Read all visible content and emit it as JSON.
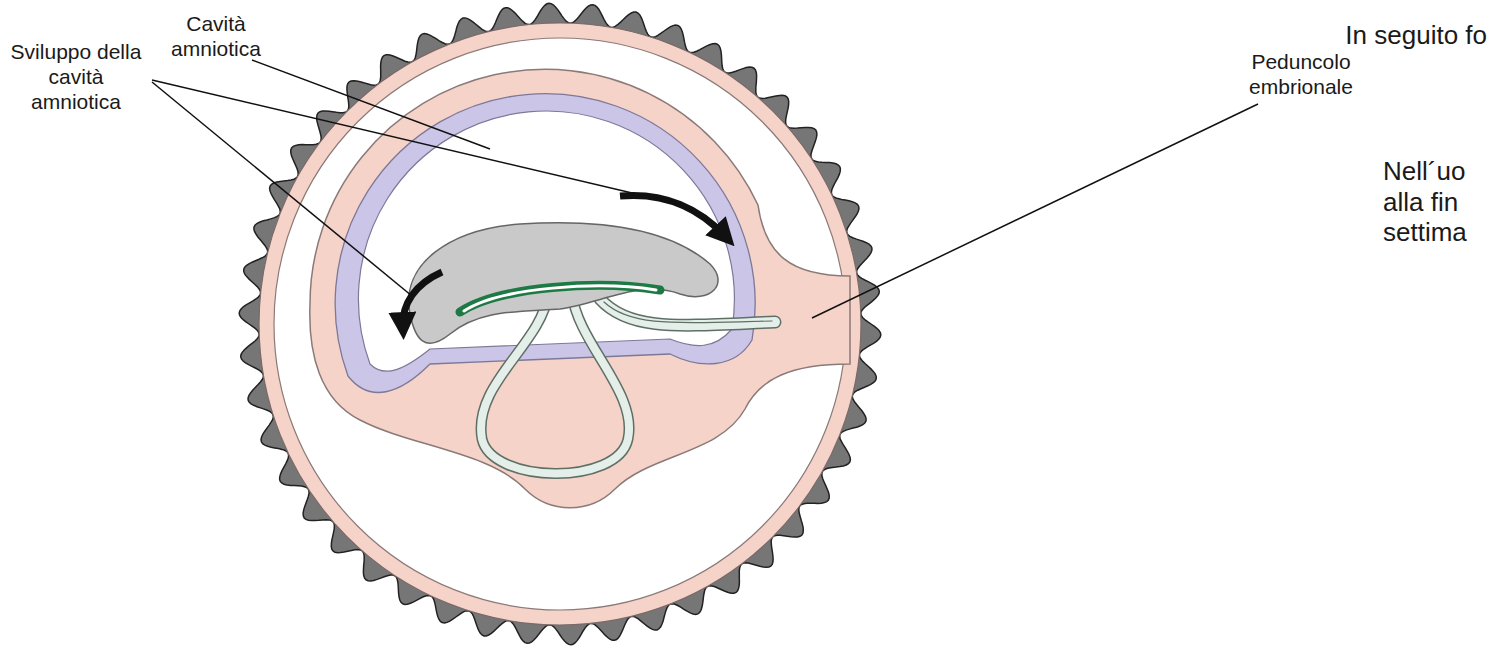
{
  "diagram": {
    "labels": [
      "Cavità amniotica",
      "Sviluppo della cavità amniotica",
      "In seguito fo",
      "Peduncolo embrionale",
      "Nell´uo alla fin settima"
    ]
  }
}
